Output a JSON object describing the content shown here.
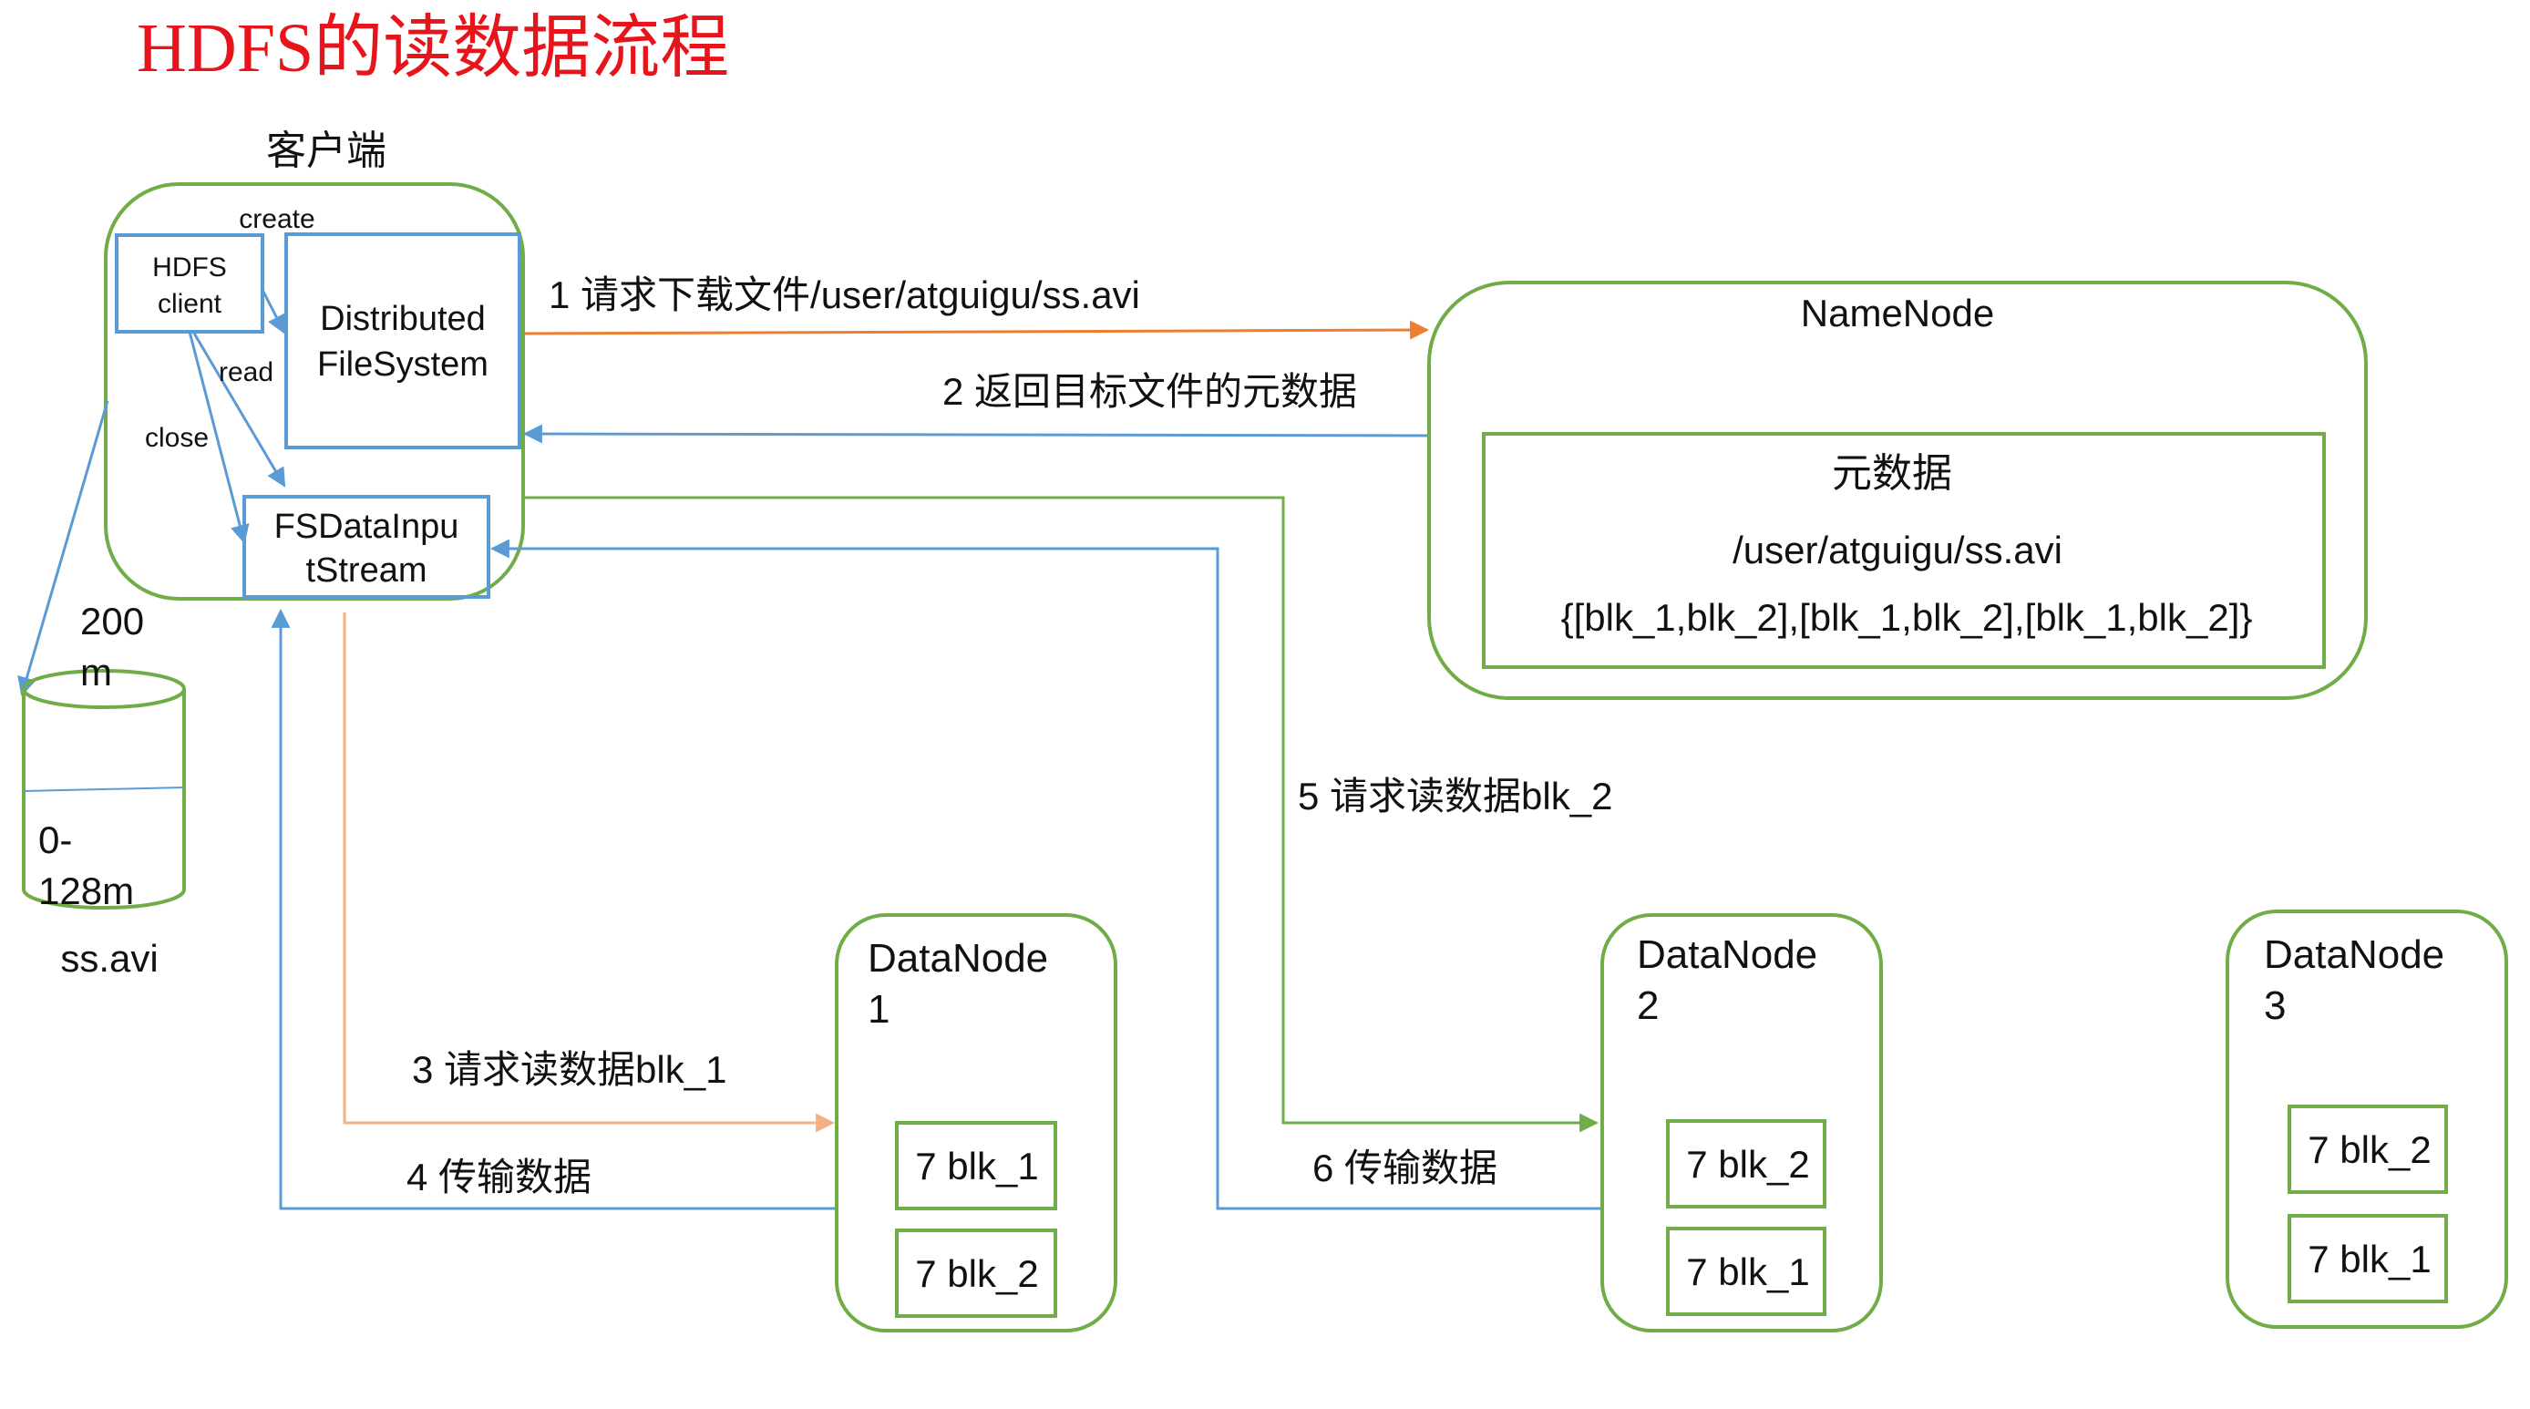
{
  "title": "HDFS的读数据流程",
  "colors": {
    "title": "#e8141b",
    "green": "#70ad47",
    "blue": "#5b9bd5",
    "orange": "#ed7d31",
    "light_orange": "#f4b183"
  },
  "client": {
    "label": "客户端",
    "hdfs_client": [
      "HDFS",
      "client"
    ],
    "dfs": [
      "Distributed",
      "FileSystem"
    ],
    "fsdis": [
      "FSDataInpu",
      "tStream"
    ],
    "create_label": "create",
    "read_label": "read",
    "close_label": "close"
  },
  "file": {
    "top_label": [
      "200",
      "m"
    ],
    "bottom_label": [
      "0-",
      "128m"
    ],
    "name": "ss.avi"
  },
  "namenode": {
    "title": "NameNode",
    "metadata_title": "元数据",
    "path": "/user/atguigu/ss.avi",
    "blocks": "{[blk_1,blk_2],[blk_1,blk_2],[blk_1,blk_2]}"
  },
  "steps": {
    "s1": "1 请求下载文件/user/atguigu/ss.avi",
    "s2": "2 返回目标文件的元数据",
    "s3": "3 请求读数据blk_1",
    "s4": "4 传输数据",
    "s5": "5 请求读数据blk_2",
    "s6": "6 传输数据"
  },
  "datanodes": [
    {
      "title": [
        "DataNode",
        "1"
      ],
      "blocks": [
        "7 blk_1",
        "7 blk_2"
      ]
    },
    {
      "title": [
        "DataNode",
        "2"
      ],
      "blocks": [
        "7 blk_2",
        "7 blk_1"
      ]
    },
    {
      "title": [
        "DataNode",
        "3"
      ],
      "blocks": [
        "7 blk_2",
        "7 blk_1"
      ]
    }
  ]
}
